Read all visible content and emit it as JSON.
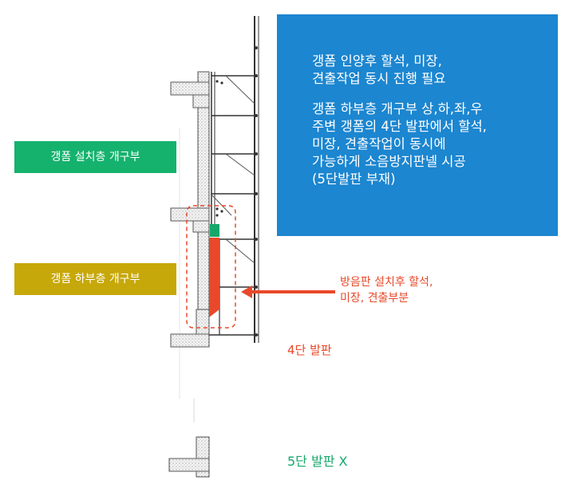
{
  "info_box": {
    "para1": [
      "갱폼 인양후 할석, 미장,",
      "견출작업 동시 진행 필요"
    ],
    "para2": [
      "갱폼 하부층 개구부 상,하,좌,우",
      "주변 갱폼의 4단 발판에서 할석,",
      "미장, 견출작업이 동시에",
      "가능하게 소음방지판넬 시공",
      "(5단발판 부재)"
    ]
  },
  "labels": {
    "install_opening": "갱폼 설치층 개구부",
    "lower_opening": "갱폼 하부층 개구부"
  },
  "callout": {
    "lines": [
      "방음판 설치후  할석,",
      "미장, 견출부분"
    ]
  },
  "levels": {
    "fourth": "4단 발판",
    "fifth": "5단 발판   X"
  },
  "colors": {
    "info_box": "#1c86d0",
    "install_label": "#15b26e",
    "lower_label": "#c7a80a",
    "accent_red": "#e8492a",
    "panel_green": "#16a86a"
  }
}
